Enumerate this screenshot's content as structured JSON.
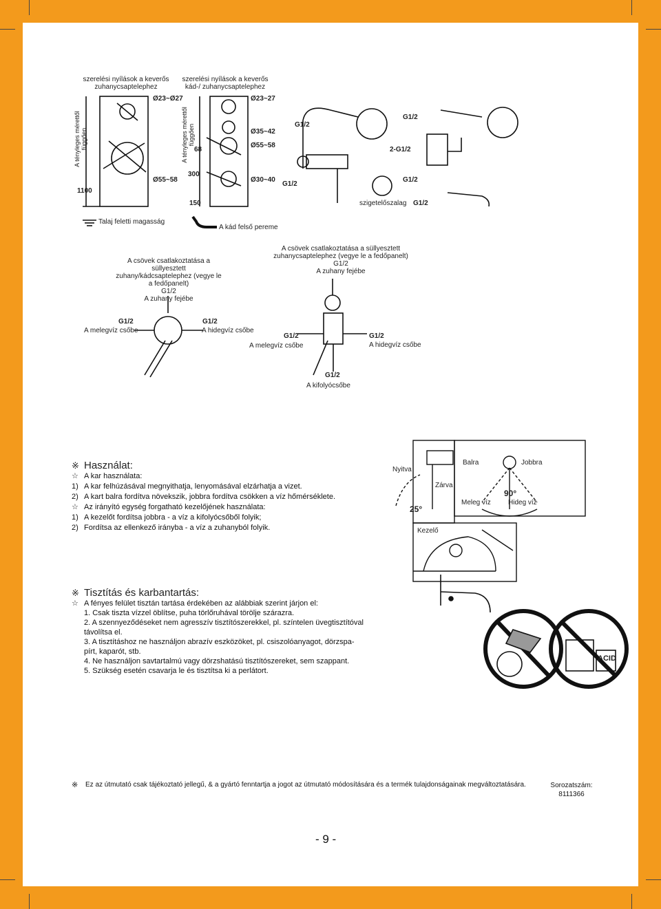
{
  "diagram_top": {
    "label_mixer_shower": "szerelési nyílások a keverős zuhanycsaptelephez",
    "label_mixer_bath": "szerelési nyílások a keverős kád-/ zuhanycsaptelephez",
    "label_actual_size_1": "A tényleges mérettől függően",
    "label_actual_size_2": "A tényleges mérettől függően",
    "dim_d23_27a": "Ø23~Ø27",
    "dim_d23_27b": "Ø23~27",
    "dim_d35_42": "Ø35~42",
    "dim_d55_58a": "Ø55~58",
    "dim_d55_58b": "Ø55~58",
    "dim_d30_40": "Ø30~40",
    "dim_68": "68",
    "dim_300": "300",
    "dim_150": "150",
    "dim_1100": "1100",
    "g12_a": "G1/2",
    "g12_b": "G1/2",
    "g12_c": "G1/2",
    "g12_d": "G1/2",
    "g12_e": "G1/2",
    "g12_2": "2-G1/2",
    "tape": "szigetelőszalag",
    "floor_height": "Talaj feletti magasság",
    "bath_rim": "A kád felső pereme"
  },
  "diagram_mid": {
    "left_title_1": "A csövek csatlakoztatása a süllyesztett",
    "left_title_2": "zuhany/kádcsaptelephez (vegye le",
    "left_title_3": "a fedőpanelt)",
    "left_title_4": "G1/2",
    "left_title_5": "A zuhany fejébe",
    "right_title_1": "A csövek csatlakoztatása a süllyesztett",
    "right_title_2": "zuhanycsaptelephez (vegye le a fedőpanelt)",
    "right_title_3": "G1/2",
    "right_title_4": "A zuhany fejébe",
    "warm_left": "A melegvíz csőbe",
    "cold_left": "A hidegvíz csőbe",
    "warm_right": "A melegvíz csőbe",
    "cold_right": "A hidegvíz csőbe",
    "outlet": "A kifolyócsőbe",
    "g_l1": "G1/2",
    "g_l2": "G1/2",
    "g_r1": "G1/2",
    "g_r2": "G1/2",
    "g_out": "G1/2"
  },
  "usage": {
    "heading": "Használat:",
    "lines": [
      {
        "sym": "☆",
        "text": "A kar használata:"
      },
      {
        "sym": "1)",
        "text": "A kar felhúzásával megnyithatja, lenyomásával elzárhatja a vizet."
      },
      {
        "sym": "2)",
        "text": "A kart balra fordítva növekszik, jobbra fordítva csökken a víz hőmérséklete."
      },
      {
        "sym": "☆",
        "text": "Az irányító egység forgatható kezelőjének használata:"
      },
      {
        "sym": "1)",
        "text": "A kezelőt fordítsa jobbra - a víz a kifolyócsőből folyik;"
      },
      {
        "sym": "2)",
        "text": "Fordítsa az ellenkező irányba - a víz a zuhanyból folyik."
      }
    ],
    "fig_open": "Nyitva",
    "fig_close": "Zárva",
    "fig_25": "25°",
    "fig_left": "Balra",
    "fig_right": "Jobbra",
    "fig_90": "90°",
    "fig_warm": "Meleg víz",
    "fig_cold": "Hideg víz",
    "fig_knob": "Kezelő"
  },
  "cleaning": {
    "heading": "Tisztítás és karbantartás:",
    "lines": [
      {
        "sym": "☆",
        "text": "A fényes felület tisztán tartása érdekében az alábbiak szerint járjon el:"
      },
      {
        "sym": "",
        "text": "1. Csak tiszta vízzel öblítse, puha törlőruhával törölje szárazra."
      },
      {
        "sym": "",
        "text": "2. A szennyeződéseket nem agresszív tisztítószerekkel, pl. színtelen üvegtisztítóval"
      },
      {
        "sym": "",
        "text": "távolítsa el."
      },
      {
        "sym": "",
        "text": "3. A tisztításhoz ne használjon abrazív eszközöket, pl. csiszolóanyagot, dörzspa-"
      },
      {
        "sym": "",
        "text": "pírt, kaparót, stb."
      },
      {
        "sym": "",
        "text": "4. Ne használjon savtartalmú vagy dörzshatású tisztítószereket, sem szappant."
      },
      {
        "sym": "",
        "text": "5. Szükség esetén csavarja le és tisztítsa ki a perlátort."
      }
    ],
    "acid": "ACID"
  },
  "footer": {
    "note": "Ez az útmutató csak tájékoztató jellegű, & a gyártó fenntartja a jogot az útmutató módosítására és a termék tulajdonságainak megváltoztatására.",
    "serial_label": "Sorozatszám:",
    "serial_value": "8111366",
    "page_number": "- 9 -"
  }
}
